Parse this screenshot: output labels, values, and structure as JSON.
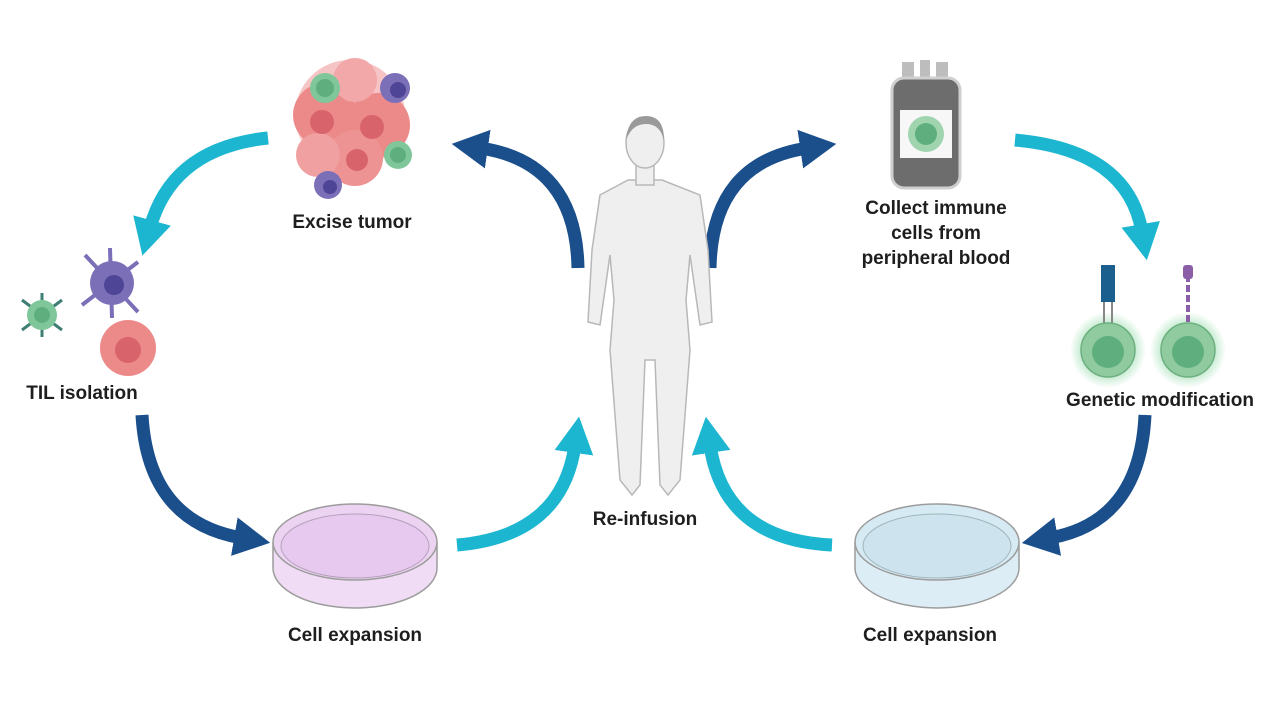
{
  "colors": {
    "cyan_arrow": "#1cb6d0",
    "dark_arrow": "#1b4f8c",
    "tumor": "#ec8a8a",
    "t_cell": "#7fc79a",
    "dendritic": "#7b6fb8",
    "body": "#efefef",
    "dish_left": "#f1dcf5",
    "dish_right": "#dcedf5"
  },
  "labels": {
    "excise_tumor": "Excise tumor",
    "til_isolation": "TIL isolation",
    "cell_expansion_left": "Cell expansion",
    "re_infusion": "Re-infusion",
    "collect_line1": "Collect immune",
    "collect_line2": "cells from",
    "collect_line3": "peripheral blood",
    "genetic_modification": "Genetic modification",
    "cell_expansion_right": "Cell expansion"
  }
}
